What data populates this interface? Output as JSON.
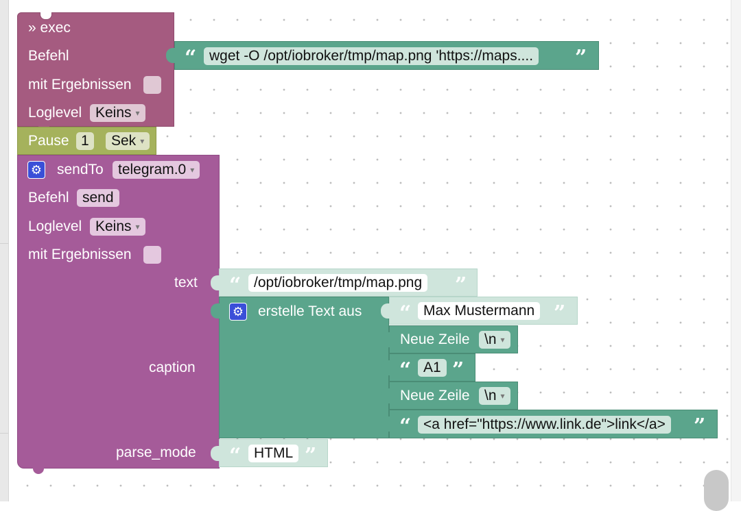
{
  "exec": {
    "title": "» exec",
    "befehl_label": "Befehl",
    "command": "wget -O /opt/iobroker/tmp/map.png 'https://maps....",
    "results_label": "mit Ergebnissen",
    "loglevel_label": "Loglevel",
    "loglevel_value": "Keins"
  },
  "pause": {
    "label": "Pause",
    "value": "1",
    "unit": "Sek"
  },
  "sendto": {
    "label": "sendTo",
    "instance": "telegram.0",
    "befehl_label": "Befehl",
    "befehl_value": "send",
    "loglevel_label": "Loglevel",
    "loglevel_value": "Keins",
    "results_label": "mit Ergebnissen",
    "text_label": "text",
    "text_value": "/opt/iobroker/tmp/map.png",
    "caption_label": "caption",
    "parse_mode_label": "parse_mode",
    "parse_mode_value": "HTML"
  },
  "join": {
    "label": "erstelle Text aus",
    "item1": "Max Mustermann",
    "newline_label": "Neue Zeile",
    "newline_value": "\\n",
    "item3": "A1",
    "item5": "<a href=\"https://www.link.de\">link</a>"
  },
  "colors": {
    "exec": "#a55b80",
    "pause": "#a5b25c",
    "sendto": "#a55b99",
    "text": "#5ba58c"
  }
}
